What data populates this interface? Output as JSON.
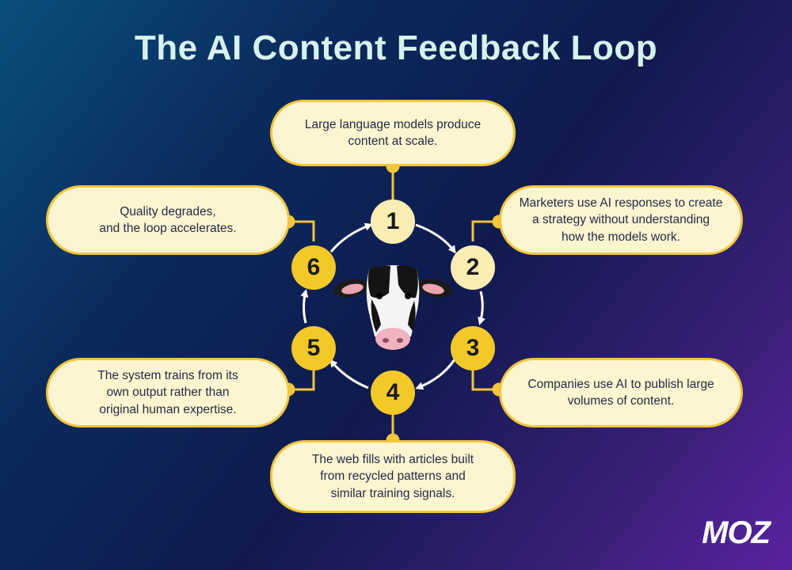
{
  "title": "The AI Content Feedback Loop",
  "steps": [
    {
      "number": "1",
      "lines": [
        "Large language models produce",
        "content at scale."
      ]
    },
    {
      "number": "2",
      "lines": [
        "Marketers use AI responses to create",
        "a strategy without understanding",
        "how the models work."
      ]
    },
    {
      "number": "3",
      "lines": [
        "Companies use AI to publish large",
        "volumes of content."
      ]
    },
    {
      "number": "4",
      "lines": [
        "The web fills with articles built",
        "from recycled patterns and",
        "similar training signals."
      ]
    },
    {
      "number": "5",
      "lines": [
        "The system trains from its",
        "own output rather than",
        "original human expertise."
      ]
    },
    {
      "number": "6",
      "lines": [
        "Quality degrades,",
        "and the loop accelerates."
      ]
    }
  ],
  "logo": "MOZ",
  "colors": {
    "accent": "#f3c928",
    "pill_fill": "#fdf4d0",
    "title": "#d6f2ec"
  },
  "icons": [
    "cow-icon",
    "arrow-icon"
  ]
}
